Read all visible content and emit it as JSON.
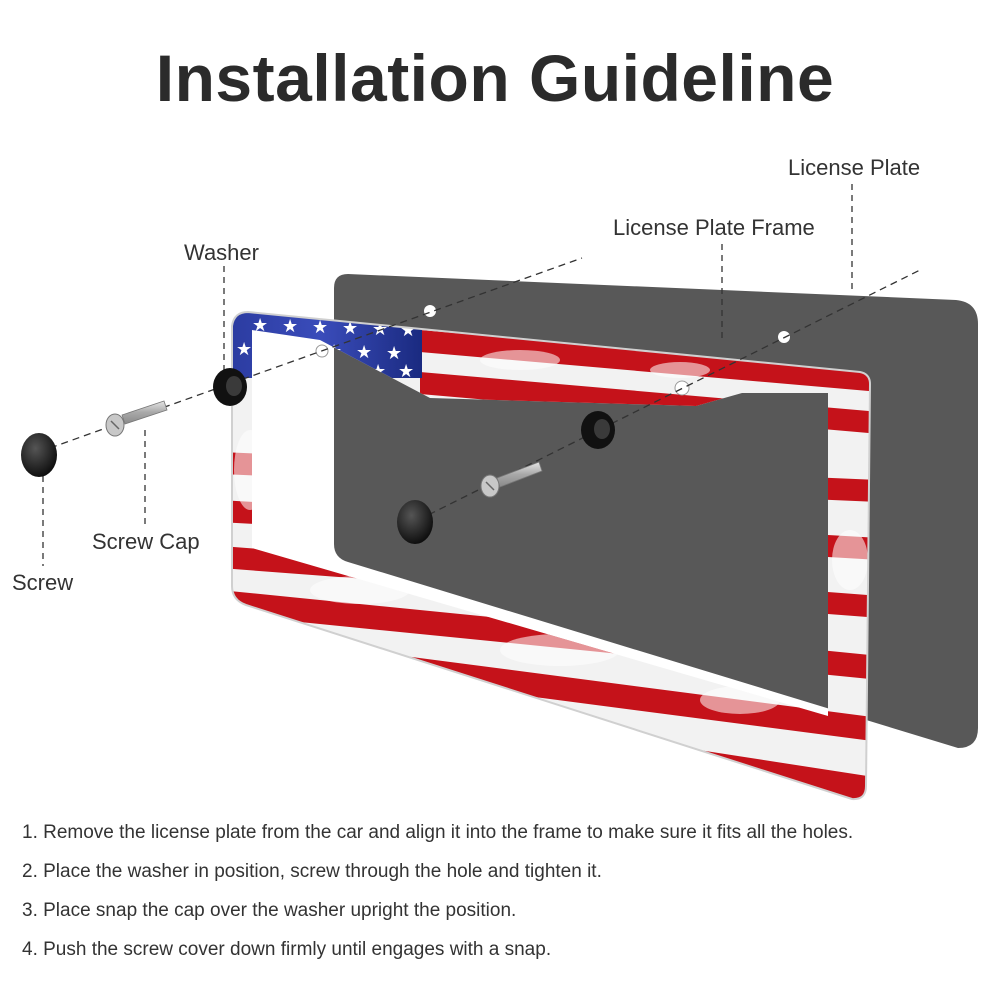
{
  "title": "Installation Guideline",
  "labels": {
    "license_plate": "License Plate",
    "license_plate_frame": "License Plate Frame",
    "washer": "Washer",
    "screw_cap": "Screw Cap",
    "screw": "Screw"
  },
  "steps": [
    "1. Remove the license plate from the car and align it into the frame to make sure it fits all the holes.",
    "2. Place the washer in position, screw through the hole and tighten it.",
    "3. Place snap the cap over the washer upright the position.",
    "4. Push the screw cover down firmly until engages with a snap."
  ],
  "colors": {
    "plate": "#585858",
    "frame_red": "#c5121a",
    "frame_white": "#f2f2f2",
    "frame_blue": "#1c2a8a",
    "washer": "#111111",
    "screw": "#b5b5b5",
    "text": "#333333"
  }
}
